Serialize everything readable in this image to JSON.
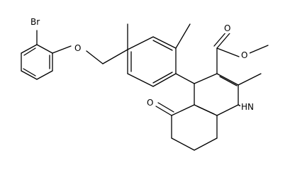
{
  "molecule": {
    "atoms": [
      {
        "id": "br",
        "label": "Br"
      },
      {
        "id": "o_ether",
        "label": "O"
      },
      {
        "id": "o_carbonyl_ester",
        "label": "O"
      },
      {
        "id": "o_methoxy",
        "label": "O"
      },
      {
        "id": "o_ketone",
        "label": "O"
      },
      {
        "id": "nh",
        "label": "H"
      },
      {
        "id": "n",
        "label": "N"
      }
    ]
  }
}
